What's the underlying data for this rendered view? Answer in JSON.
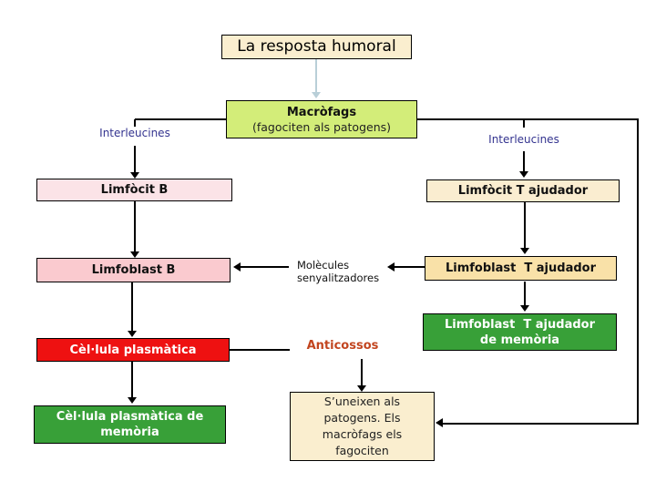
{
  "diagram": {
    "title": "La resposta humoral",
    "nodes": {
      "macrofags_title": "Macròfags",
      "macrofags_sub": "(fagociten als patogens)",
      "limfocit_b": "Limfòcit B",
      "limfocit_t": "Limfòcit T ajudador",
      "limfoblast_b": "Limfoblast B",
      "limfoblast_t": "Limfoblast  T ajudador",
      "limfoblast_t_memoria": "Limfoblast  T ajudador\nde memòria",
      "cellula_plasmatica": "Cèl·lula plasmàtica",
      "cellula_plasmatica_memoria": "Cèl·lula plasmàtica de\nmemòria",
      "note": "S’uneixen als\npatogens. Els\nmacròfags els\nfagociten"
    },
    "labels": {
      "interleucines": "Interleucines",
      "molecules": "Molècules\nsenyalitzadores",
      "anticossos": "Anticossos"
    },
    "colors": {
      "title_bg": "#faeecf",
      "macrofags_bg": "#d3ed79",
      "limfocit_b_bg": "#fbe3e7",
      "limfoblast_b_bg": "#facacf",
      "limfocit_t_bg": "#faedd0",
      "limfoblast_t_bg": "#f9e1a8",
      "memory_bg": "#38a038",
      "plasmatica_bg": "#ee1111",
      "interleucines_text": "#33338f",
      "anticossos_text": "#c2451f",
      "title_connector": "#b9cfd8",
      "line": "#000000"
    }
  }
}
